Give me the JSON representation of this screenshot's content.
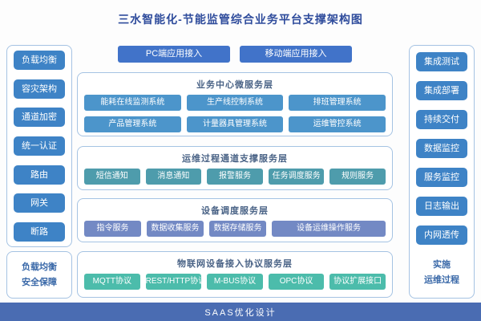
{
  "title": "三水智能化-节能监管综合业务平台支撑架构图",
  "access_buttons": [
    "PC端应用接入",
    "移动端应用接入"
  ],
  "left_sidebar": {
    "items": [
      "负载均衡",
      "容灾架构",
      "通道加密",
      "统一认证",
      "路由",
      "网关",
      "断路"
    ],
    "footer": "负载均衡\n安全保障"
  },
  "right_sidebar": {
    "items": [
      "集成测试",
      "集成部署",
      "持续交付",
      "数据监控",
      "服务监控",
      "日志输出",
      "内网透传"
    ],
    "footer": "实施\n运维过程"
  },
  "sections": [
    {
      "title": "业务中心微服务层",
      "color": "#4c95cb",
      "rows": [
        [
          "能耗在线监测系统",
          "生产线控制系统",
          "排班管理系统"
        ],
        [
          "产品管理系统",
          "计量器具管理系统",
          "运维管控系统"
        ]
      ]
    },
    {
      "title": "运维过程通道支撑服务层",
      "color": "#4e9cac",
      "rows": [
        [
          "短信通知",
          "消息通知",
          "报警服务",
          "任务调度服务",
          "规则服务"
        ]
      ]
    },
    {
      "title": "设备调度服务层",
      "color": "#7389c4",
      "rows": [
        [
          "指令服务",
          "数据收集服务",
          "数据存储服务",
          "设备运维操作服务"
        ]
      ]
    },
    {
      "title": "物联网设备接入协议服务层",
      "color": "#4cbcab",
      "rows": [
        [
          "MQTT协议",
          "REST/HTTP协议",
          "M-BUS协议",
          "OPC协议",
          "协议扩展接口"
        ]
      ]
    }
  ],
  "bottom_bar": "SAAS优化设计",
  "colors": {
    "title_text": "#2f4c9c",
    "sidebar_button": "#3e83c6",
    "access_button": "#4173c9",
    "bottom_bar_bg": "#4a6cb2",
    "box_border": "#a5c3e3",
    "section_title_text": "#4a6386",
    "side_footer_text": "#3968a8",
    "chip_text": "#ffffff"
  }
}
